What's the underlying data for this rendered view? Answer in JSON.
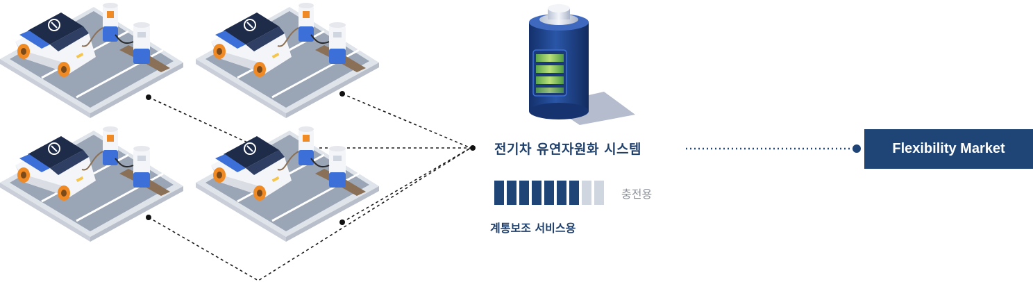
{
  "system": {
    "label": "전기차 유연자원화 시스템"
  },
  "market": {
    "label": "Flexibility Market"
  },
  "capacity": {
    "charge_label": "충전용",
    "grid_label": "계통보조 서비스용",
    "filled_segments": 7,
    "total_segments": 9
  },
  "stations": [
    {
      "id": "top-left"
    },
    {
      "id": "top-right"
    },
    {
      "id": "bottom-left"
    },
    {
      "id": "bottom-right"
    }
  ],
  "colors": {
    "navy": "#1f4577",
    "dark_text": "#1f3f6b",
    "segment_empty": "#cfd6df",
    "connector": "#1a1a1a",
    "battery_body": "#1c3f84",
    "battery_cells": "#7fc65a",
    "car_orange": "#f08a24",
    "car_blue": "#3c6fd8"
  }
}
